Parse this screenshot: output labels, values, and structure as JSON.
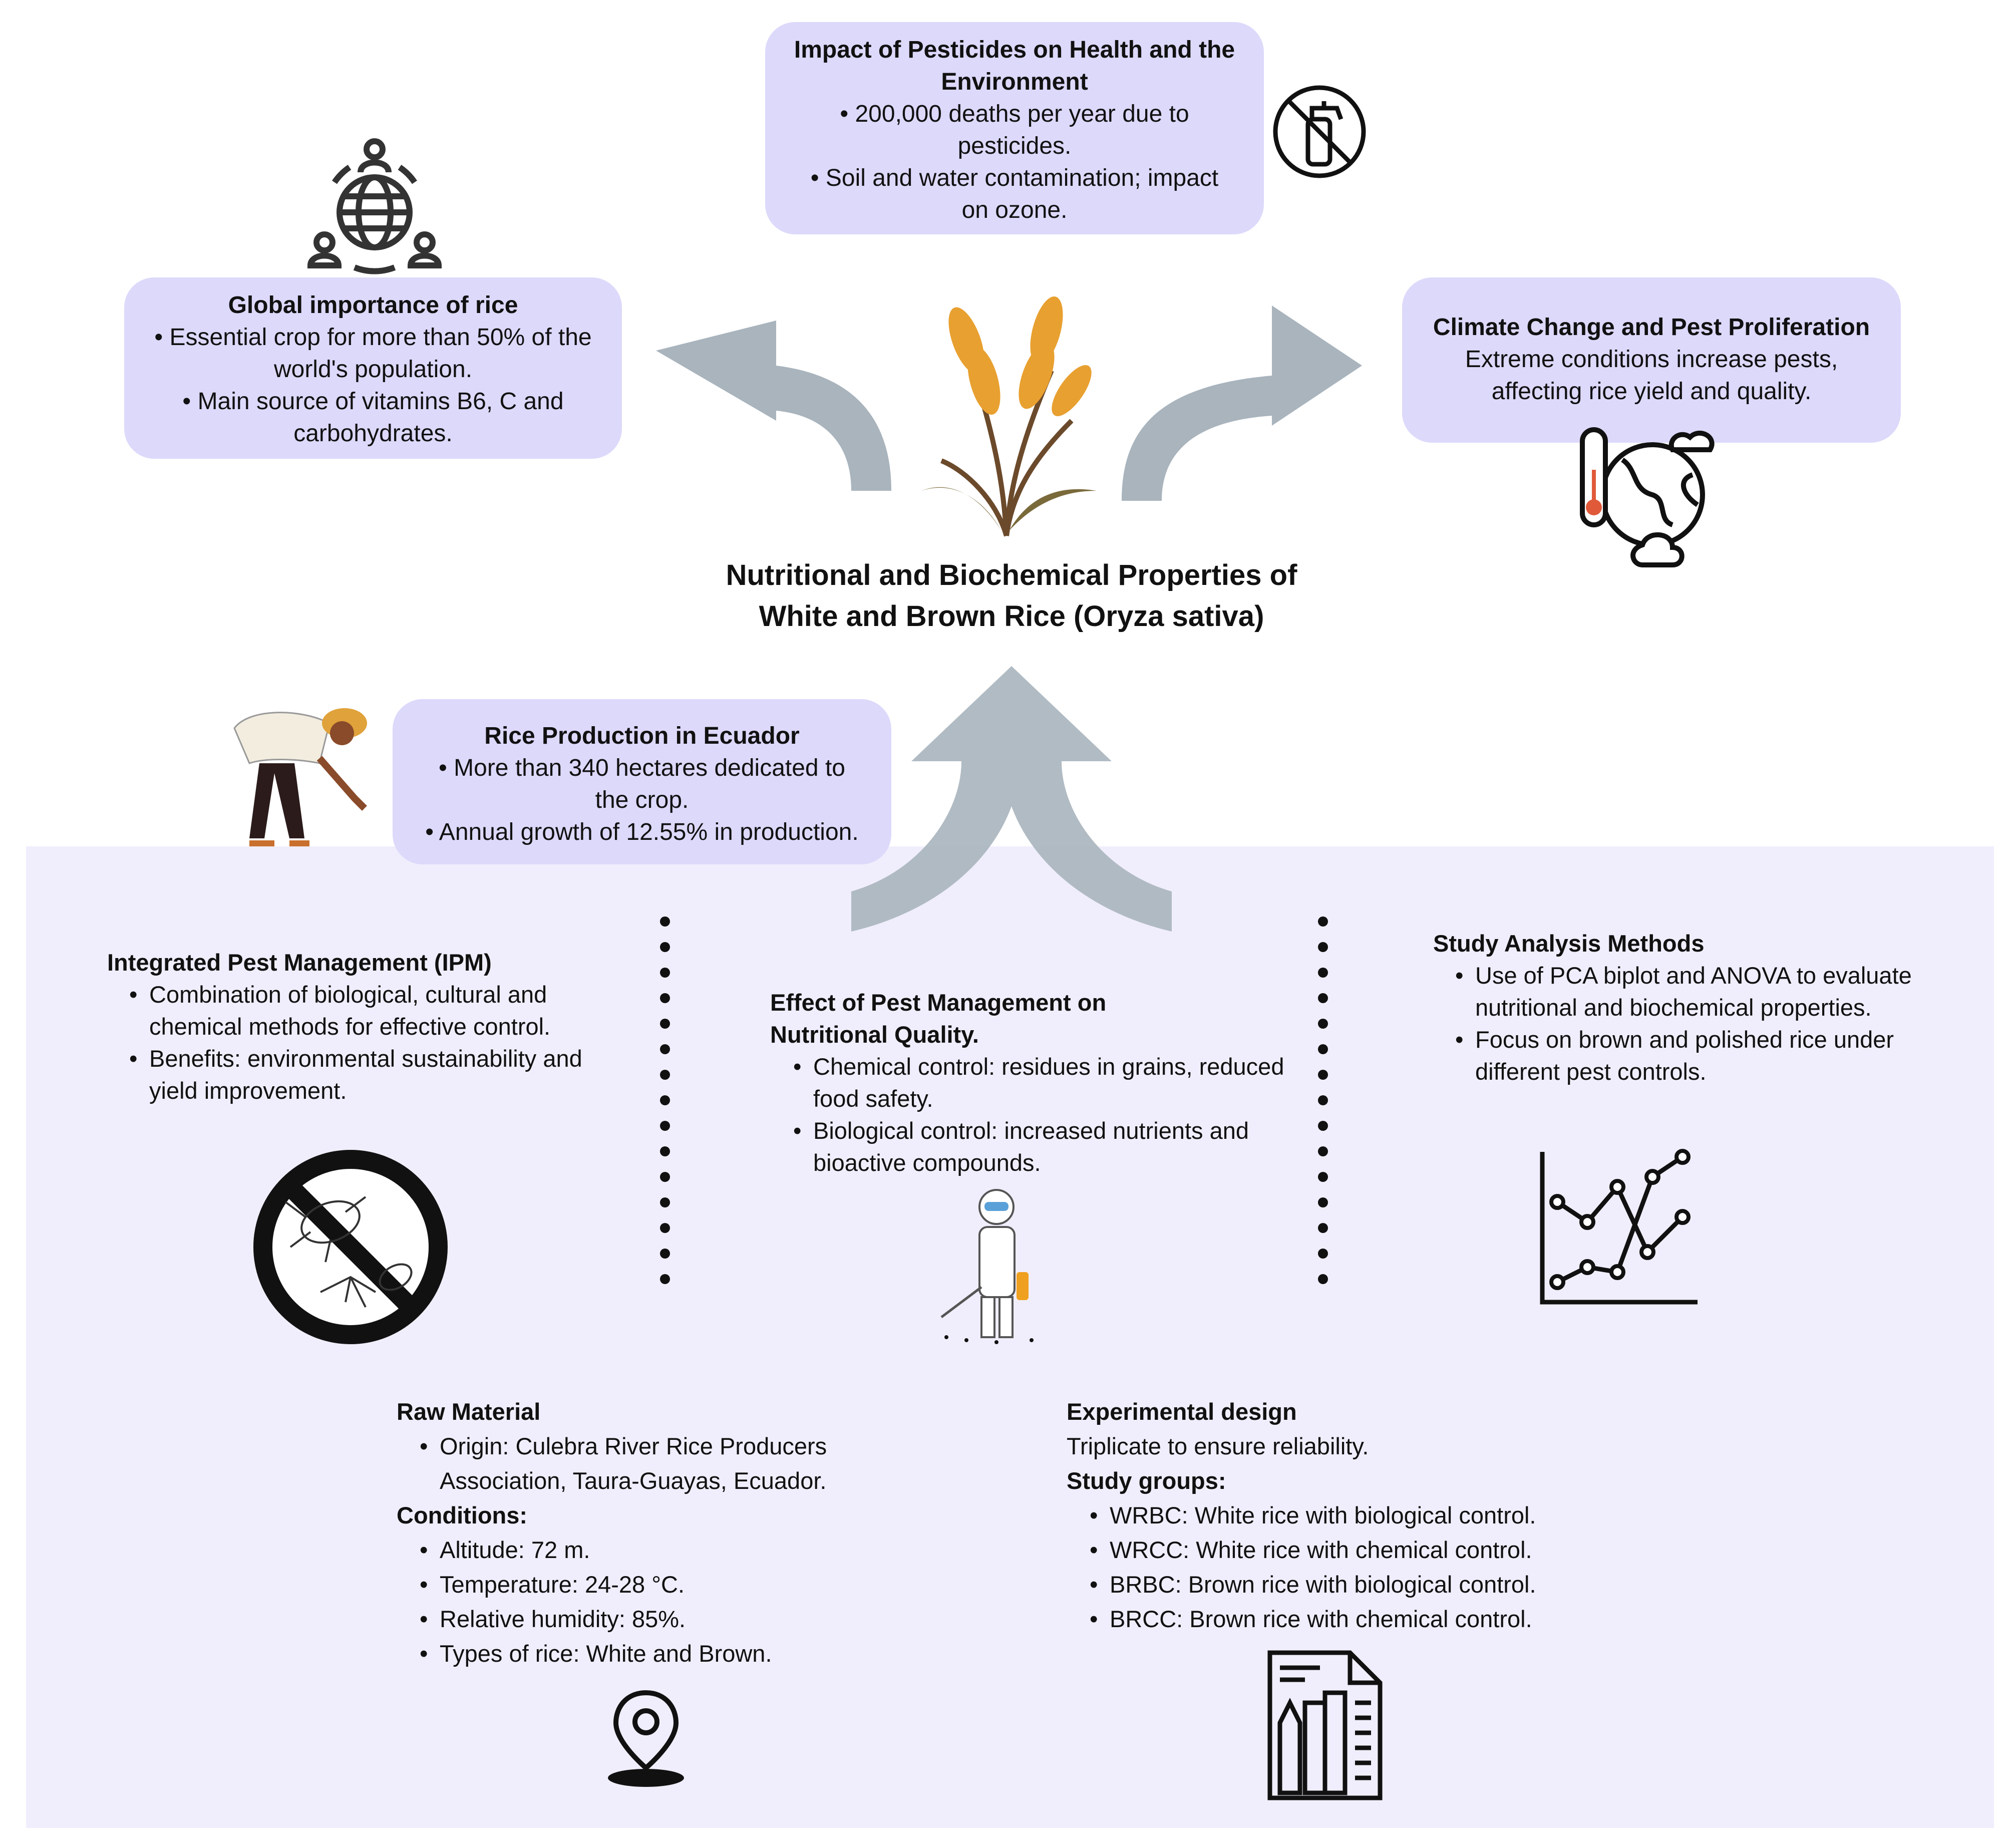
{
  "center_title": {
    "line1": "Nutritional and Biochemical Properties of",
    "line2": "White and Brown Rice (Oryza sativa)"
  },
  "boxes": {
    "pesticides": {
      "title": "Impact of Pesticides on Health and the Environment",
      "bullets": [
        "200,000 deaths per year due to pesticides.",
        "Soil and water contamination; impact on ozone."
      ]
    },
    "global": {
      "title": "Global importance of rice",
      "bullets": [
        "Essential crop for more than 50% of the world's population.",
        "Main source of vitamins B6, C and carbohydrates."
      ]
    },
    "climate": {
      "title": "Climate Change and Pest Proliferation",
      "text": "Extreme conditions increase pests, affecting rice yield and quality."
    },
    "ecuador": {
      "title": "Rice Production in Ecuador",
      "bullets": [
        "More than 340 hectares dedicated to the crop.",
        "Annual growth of 12.55% in production."
      ]
    }
  },
  "sections": {
    "ipm": {
      "title": "Integrated Pest Management (IPM)",
      "bullets": [
        "Combination of biological, cultural and chemical methods for effective control.",
        "Benefits: environmental sustainability and yield improvement."
      ]
    },
    "effect": {
      "title": "Effect of Pest Management on Nutritional Quality.",
      "bullets": [
        "Chemical control: residues in grains, reduced food safety.",
        "Biological control: increased nutrients and bioactive compounds."
      ]
    },
    "methods": {
      "title": "Study Analysis Methods",
      "bullets": [
        "Use of PCA biplot and ANOVA to evaluate nutritional and biochemical properties.",
        "Focus on brown and polished rice under different pest controls."
      ]
    },
    "raw": {
      "title": "Raw Material",
      "bullets": [
        "Origin: Culebra River Rice Producers Association, Taura-Guayas, Ecuador."
      ],
      "conditions_title": "Conditions:",
      "conditions": [
        "Altitude: 72 m.",
        "Temperature: 24-28 °C.",
        "Relative humidity: 85%.",
        "Types of rice: White and Brown."
      ]
    },
    "design": {
      "title": "Experimental design",
      "text": "Triplicate to ensure reliability.",
      "groups_title": "Study groups:",
      "groups": [
        "WRBC: White rice with biological control.",
        "WRCC: White rice with chemical control.",
        "BRBC: Brown rice with biological control.",
        "BRCC: Brown rice with chemical control."
      ]
    }
  },
  "icons": [
    "no-spray-icon",
    "global-people-icon",
    "climate-globe-icon",
    "rice-plant-icon",
    "farmer-illustration",
    "no-insects-icon",
    "sprayer-worker-illustration",
    "line-chart-icon",
    "location-pin-icon",
    "document-report-icon"
  ],
  "colors": {
    "box": "#dcd9fb",
    "panel": "#f0eefc",
    "arrow": "#a9b4bd",
    "grain": "#e8a030",
    "accent_red": "#e05a3a"
  }
}
